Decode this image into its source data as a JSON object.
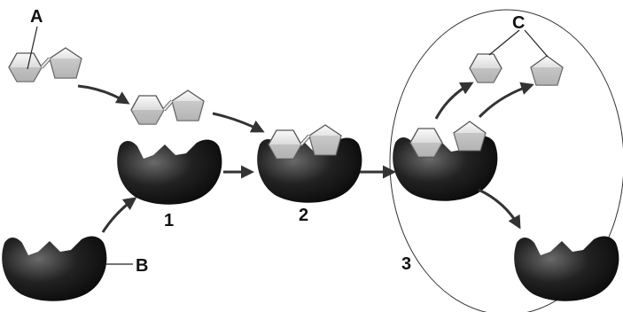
{
  "labels": {
    "a": "A",
    "b": "B",
    "c": "C",
    "step1": "1",
    "step2": "2",
    "step3": "3"
  },
  "colors": {
    "enzyme": "#1b1b1b",
    "substrate": "#e4e4e4",
    "substrate_edge": "#555555",
    "arrow": "#333333"
  }
}
